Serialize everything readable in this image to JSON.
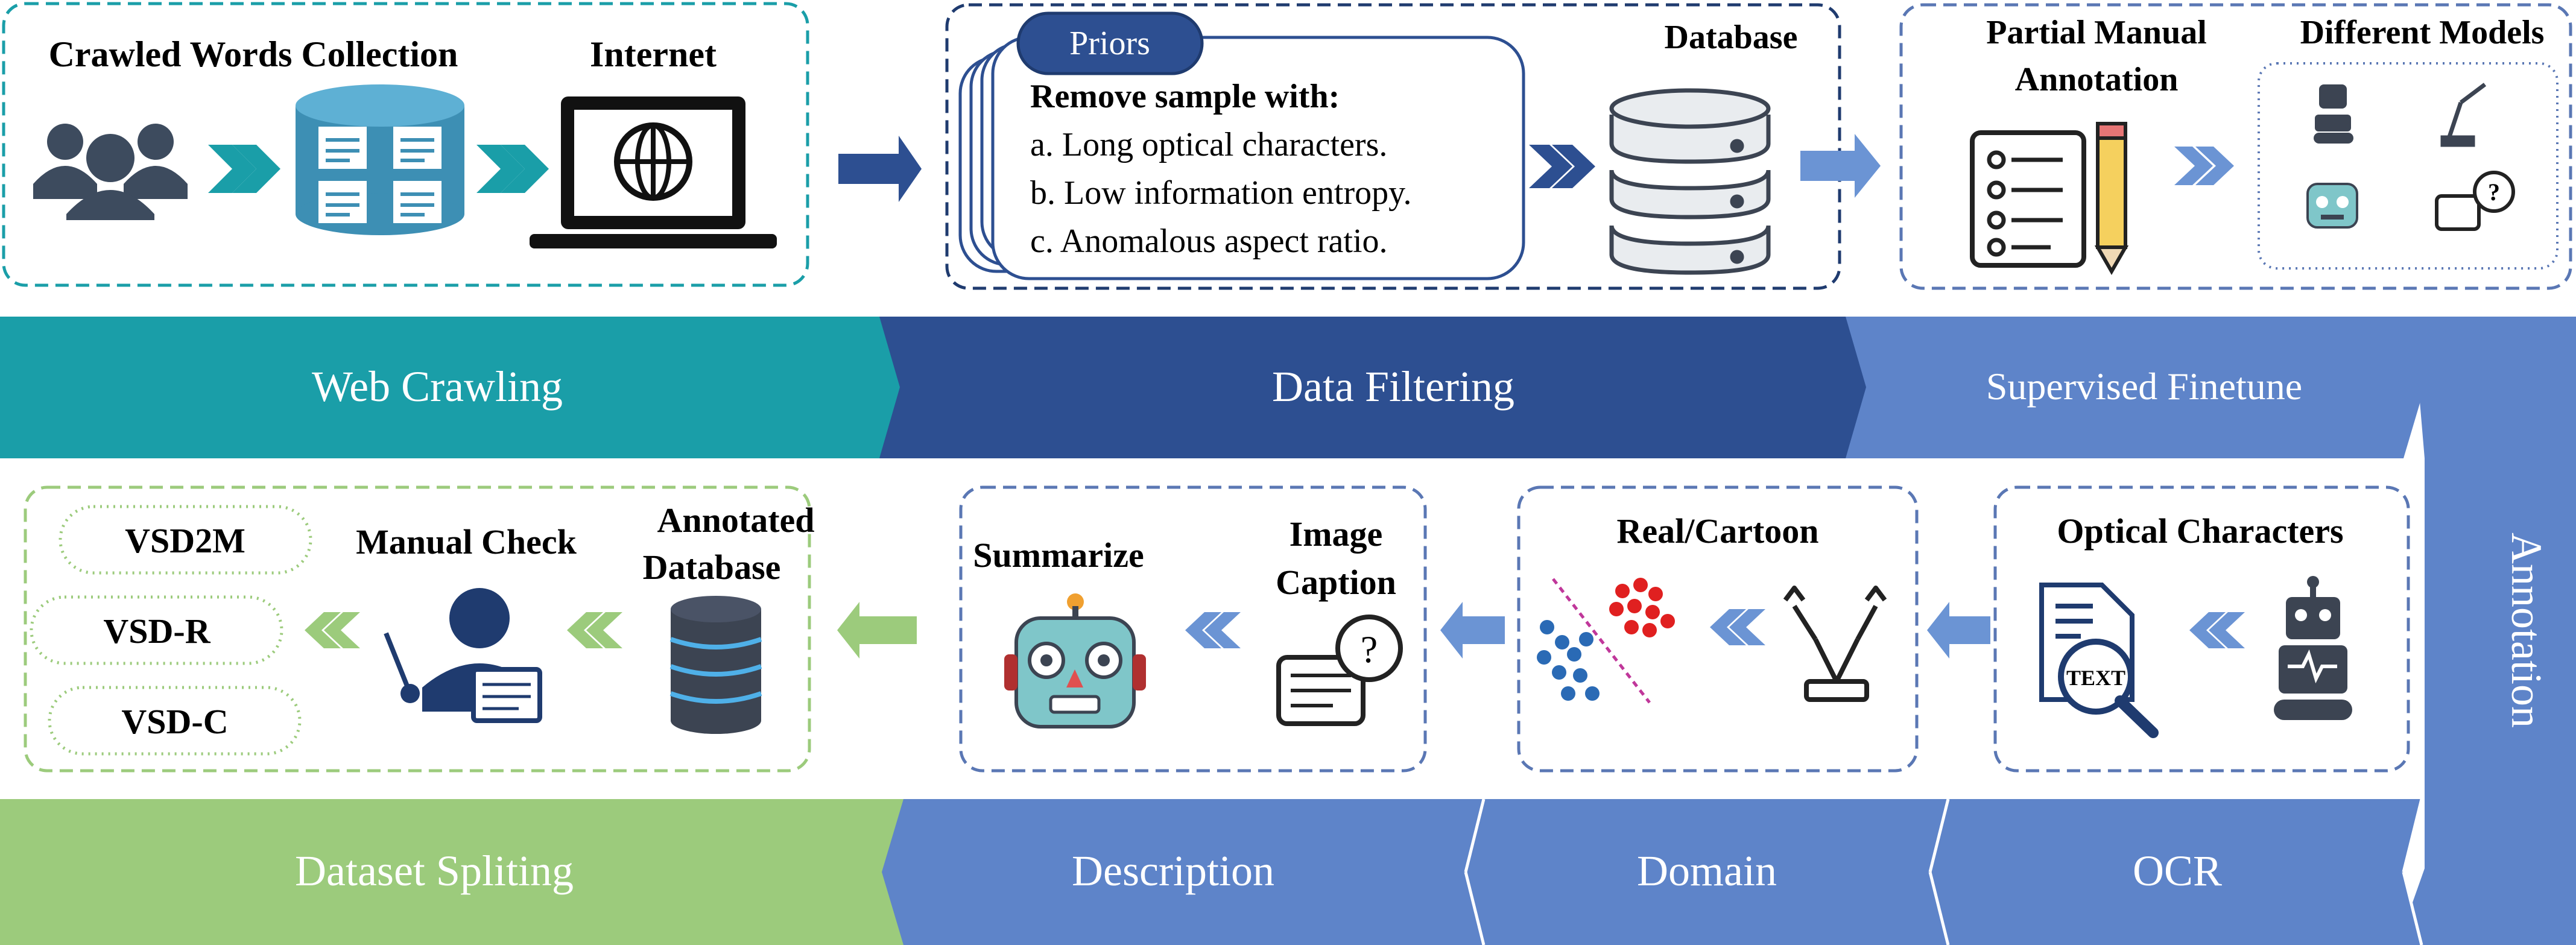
{
  "web_crawling": {
    "crawled_words_collection": "Crawled Words Collection",
    "internet": "Internet",
    "band_label": "Web Crawling"
  },
  "data_filtering": {
    "priors": "Priors",
    "remove_title": "Remove sample with:",
    "rules": [
      "a. Long optical characters.",
      "b. Low information entropy.",
      "c. Anomalous aspect ratio."
    ],
    "database": "Database",
    "band_label": "Data Filtering"
  },
  "supervised_finetune": {
    "partial_manual_annotation": [
      "Partial Manual",
      "Annotation"
    ],
    "different_models": "Different Models",
    "band_label": "Supervised Finetune"
  },
  "annotation": {
    "band_label": "Annotation"
  },
  "ocr": {
    "title": "Optical Characters",
    "text_badge": "TEXT",
    "band_label": "OCR"
  },
  "domain": {
    "title": "Real/Cartoon",
    "band_label": "Domain"
  },
  "description": {
    "summarize": "Summarize",
    "image_caption": [
      "Image",
      "Caption"
    ],
    "band_label": "Description"
  },
  "dataset_spliting": {
    "splits": [
      "VSD2M",
      "VSD-R",
      "VSD-C"
    ],
    "manual_check": "Manual Check",
    "annotated_database": [
      "Annotated",
      "Database"
    ],
    "band_label": "Dataset Spliting"
  },
  "colors": {
    "teal": "#1a9ea8",
    "dark_blue": "#2d4f91",
    "mid_blue": "#5e84c9",
    "light_green": "#9ccb7c",
    "box_teal": "#1a9ea8",
    "box_blue": "#5a77b4"
  }
}
